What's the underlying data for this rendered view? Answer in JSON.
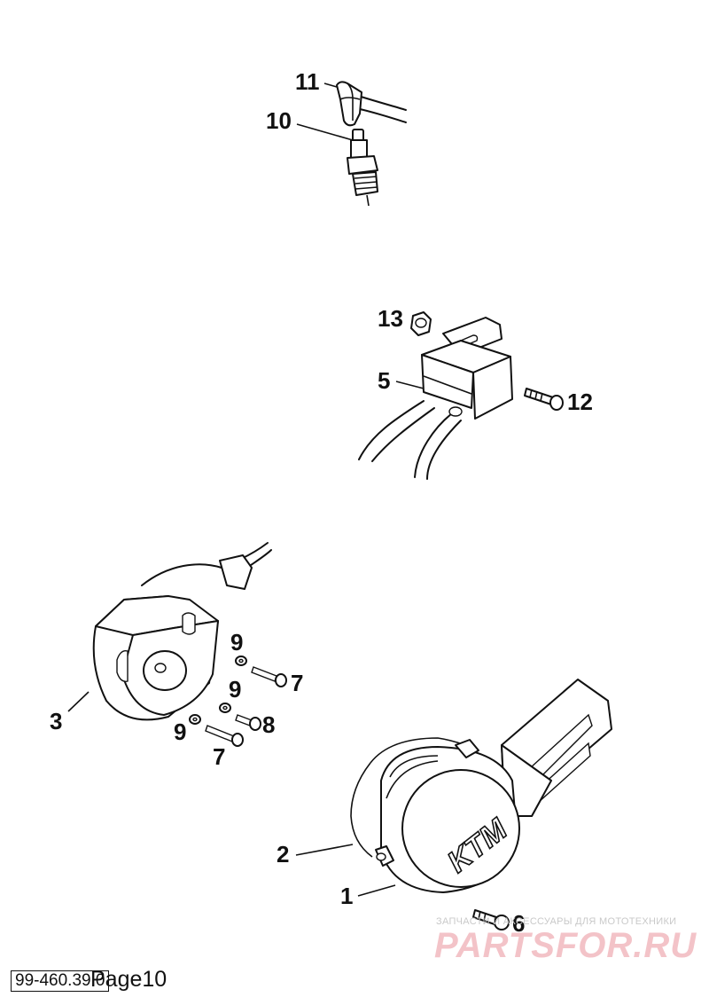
{
  "part_labels": {
    "p1": "1",
    "p2": "2",
    "p3": "3",
    "p5": "5",
    "p6": "6",
    "p7a": "7",
    "p7b": "7",
    "p8": "8",
    "p9a": "9",
    "p9b": "9",
    "p9c": "9",
    "p10": "10",
    "p11": "11",
    "p12": "12",
    "p13": "13"
  },
  "cover_logo": "KTM",
  "watermark": {
    "tagline": "ЗАПЧАСТИ И АКСЕССУАРЫ ДЛЯ МОТОТЕХНИКИ",
    "brand": "PARTSFOR.RU",
    "color": "#f3c3c8"
  },
  "footer": {
    "doc_code": "99-460.39.0",
    "page_label": "Page10"
  }
}
